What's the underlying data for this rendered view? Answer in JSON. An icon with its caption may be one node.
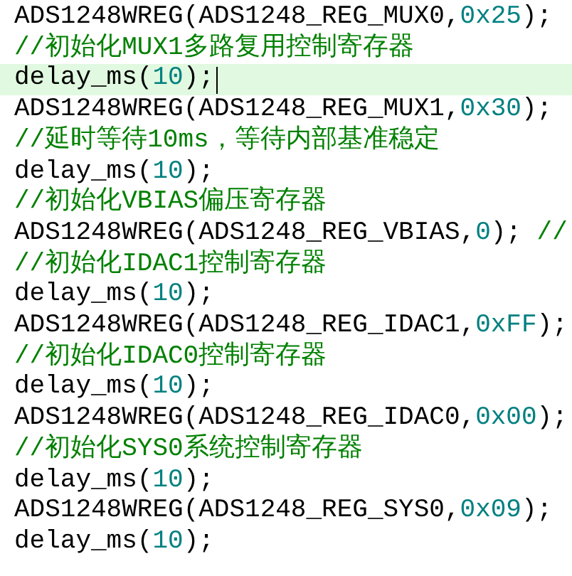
{
  "diagram": {
    "labels": [
      "ADS1248WREG(ADS1248_REG_MUX0,0x25);",
      "//初始化MUX1多路复用控制寄存器",
      "delay_ms(10);",
      "ADS1248WREG(ADS1248_REG_MUX1,0x30);",
      "//延时等待10ms，等待内部基准稳定",
      "delay_ms(10);",
      "//初始化VBIAS偏压寄存器",
      "ADS1248WREG(ADS1248_REG_VBIAS,0); //",
      "//初始化IDAC1控制寄存器",
      "delay_ms(10);",
      "ADS1248WREG(ADS1248_REG_IDAC1,0xFF);",
      "//初始化IDAC0控制寄存器",
      "delay_ms(10);",
      "ADS1248WREG(ADS1248_REG_IDAC0,0x00);",
      "//初始化SYS0系统控制寄存器",
      "delay_ms(10);",
      "ADS1248WREG(ADS1248_REG_SYS0,0x09);",
      "delay_ms(10);"
    ]
  }
}
